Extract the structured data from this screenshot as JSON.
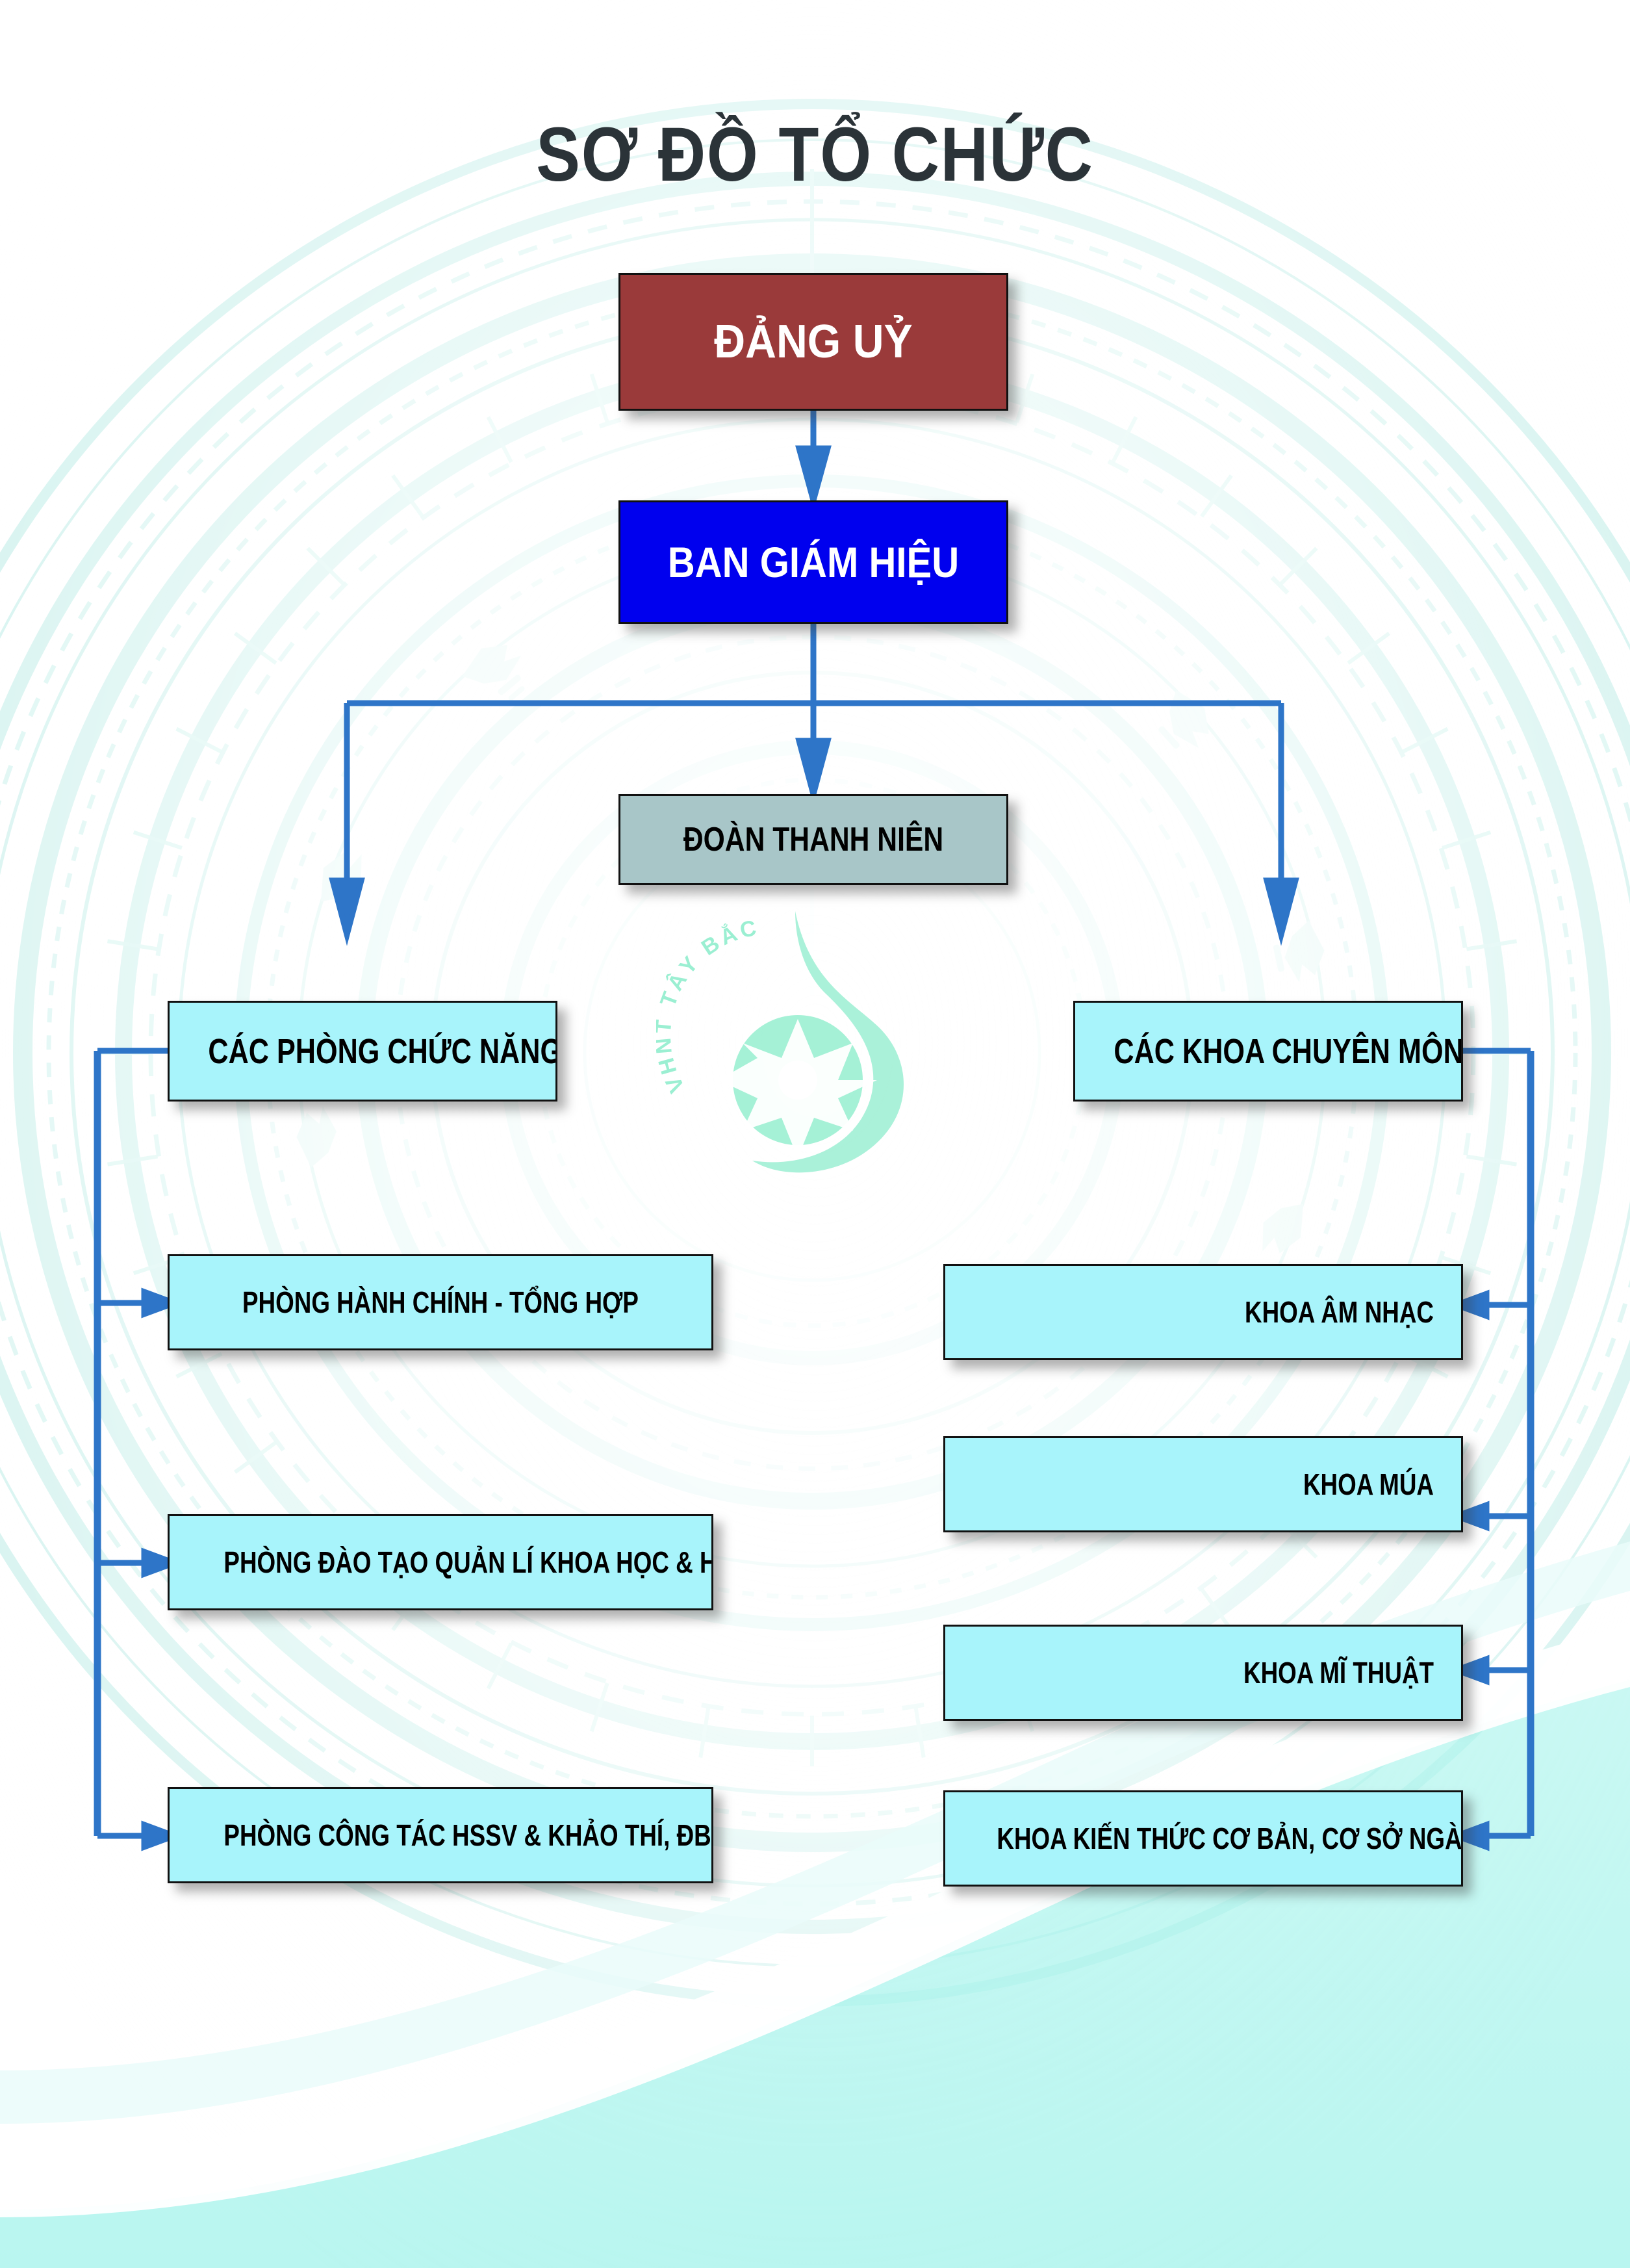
{
  "page": {
    "title": "SƠ ĐỒ TỔ CHỨC"
  },
  "colors": {
    "party_box": "#9A3A3A",
    "board_box": "#0000EE",
    "youth_box": "#A8C6C8",
    "unit_box": "#A8F4FB",
    "connector": "#2E75C8",
    "title_text": "#2B3338",
    "background": "#FFFFFF",
    "watermark": "#DFF7F4"
  },
  "watermark": {
    "logo_text": "VHNT TÂY BẮC",
    "icon": "eight-point-star-in-circle"
  },
  "chart_data": {
    "type": "diagram",
    "title": "SƠ ĐỒ TỔ CHỨC",
    "nodes": [
      {
        "id": "dang-uy",
        "label": "ĐẢNG UỶ",
        "level": 0,
        "column": "center"
      },
      {
        "id": "ban-giam-hieu",
        "label": "BAN GIÁM HIỆU",
        "level": 1,
        "column": "center"
      },
      {
        "id": "doan-thanh-nien",
        "label": "ĐOÀN THANH NIÊN",
        "level": 2,
        "column": "center"
      },
      {
        "id": "cac-phong",
        "label": "CÁC PHÒNG CHỨC NĂNG",
        "level": 2,
        "column": "left"
      },
      {
        "id": "cac-khoa",
        "label": "CÁC KHOA CHUYÊN MÔN",
        "level": 2,
        "column": "right"
      },
      {
        "id": "phong-hc",
        "label": "PHÒNG HÀNH CHÍNH - TỔNG HỢP",
        "level": 3,
        "column": "left"
      },
      {
        "id": "phong-dt",
        "label": "PHÒNG ĐÀO TẠO QUẢN LÍ KHOA HỌC & HTQT",
        "level": 3,
        "column": "left"
      },
      {
        "id": "phong-ct",
        "label": "PHÒNG CÔNG TÁC HSSV & KHẢO THÍ, ĐBCLGD",
        "level": 3,
        "column": "left"
      },
      {
        "id": "khoa-an",
        "label": "KHOA ÂM NHẠC",
        "level": 3,
        "column": "right"
      },
      {
        "id": "khoa-mua",
        "label": "KHOA MÚA",
        "level": 3,
        "column": "right"
      },
      {
        "id": "khoa-mt",
        "label": "KHOA MĨ THUẬT",
        "level": 3,
        "column": "right"
      },
      {
        "id": "khoa-kt",
        "label": "KHOA KIẾN THỨC CƠ BẢN, CƠ SỞ NGÀNH",
        "level": 3,
        "column": "right"
      }
    ],
    "edges": [
      {
        "from": "dang-uy",
        "to": "ban-giam-hieu"
      },
      {
        "from": "ban-giam-hieu",
        "to": "doan-thanh-nien"
      },
      {
        "from": "ban-giam-hieu",
        "to": "cac-phong"
      },
      {
        "from": "ban-giam-hieu",
        "to": "cac-khoa"
      },
      {
        "from": "cac-phong",
        "to": "phong-hc"
      },
      {
        "from": "cac-phong",
        "to": "phong-dt"
      },
      {
        "from": "cac-phong",
        "to": "phong-ct"
      },
      {
        "from": "cac-khoa",
        "to": "khoa-an"
      },
      {
        "from": "cac-khoa",
        "to": "khoa-mua"
      },
      {
        "from": "cac-khoa",
        "to": "khoa-mt"
      },
      {
        "from": "cac-khoa",
        "to": "khoa-kt"
      }
    ]
  },
  "nodes": {
    "dang_uy": "ĐẢNG UỶ",
    "ban_giam_hieu": "BAN GIÁM HIỆU",
    "doan_thanh_nien": "ĐOÀN THANH NIÊN",
    "cac_phong_chuc_nang": "CÁC PHÒNG CHỨC NĂNG",
    "cac_khoa_chuyen_mon": "CÁC KHOA CHUYÊN MÔN",
    "phong_hanh_chinh": "PHÒNG HÀNH CHÍNH - TỔNG HỢP",
    "phong_dao_tao": "PHÒNG ĐÀO TẠO QUẢN LÍ KHOA HỌC & HTQT",
    "phong_cong_tac": "PHÒNG CÔNG TÁC HSSV & KHẢO THÍ, ĐBCLGD",
    "khoa_am_nhac": "KHOA ÂM NHẠC",
    "khoa_mua": "KHOA MÚA",
    "khoa_mi_thuat": "KHOA MĨ THUẬT",
    "khoa_kien_thuc": "KHOA KIẾN THỨC CƠ BẢN, CƠ SỞ NGÀNH"
  }
}
